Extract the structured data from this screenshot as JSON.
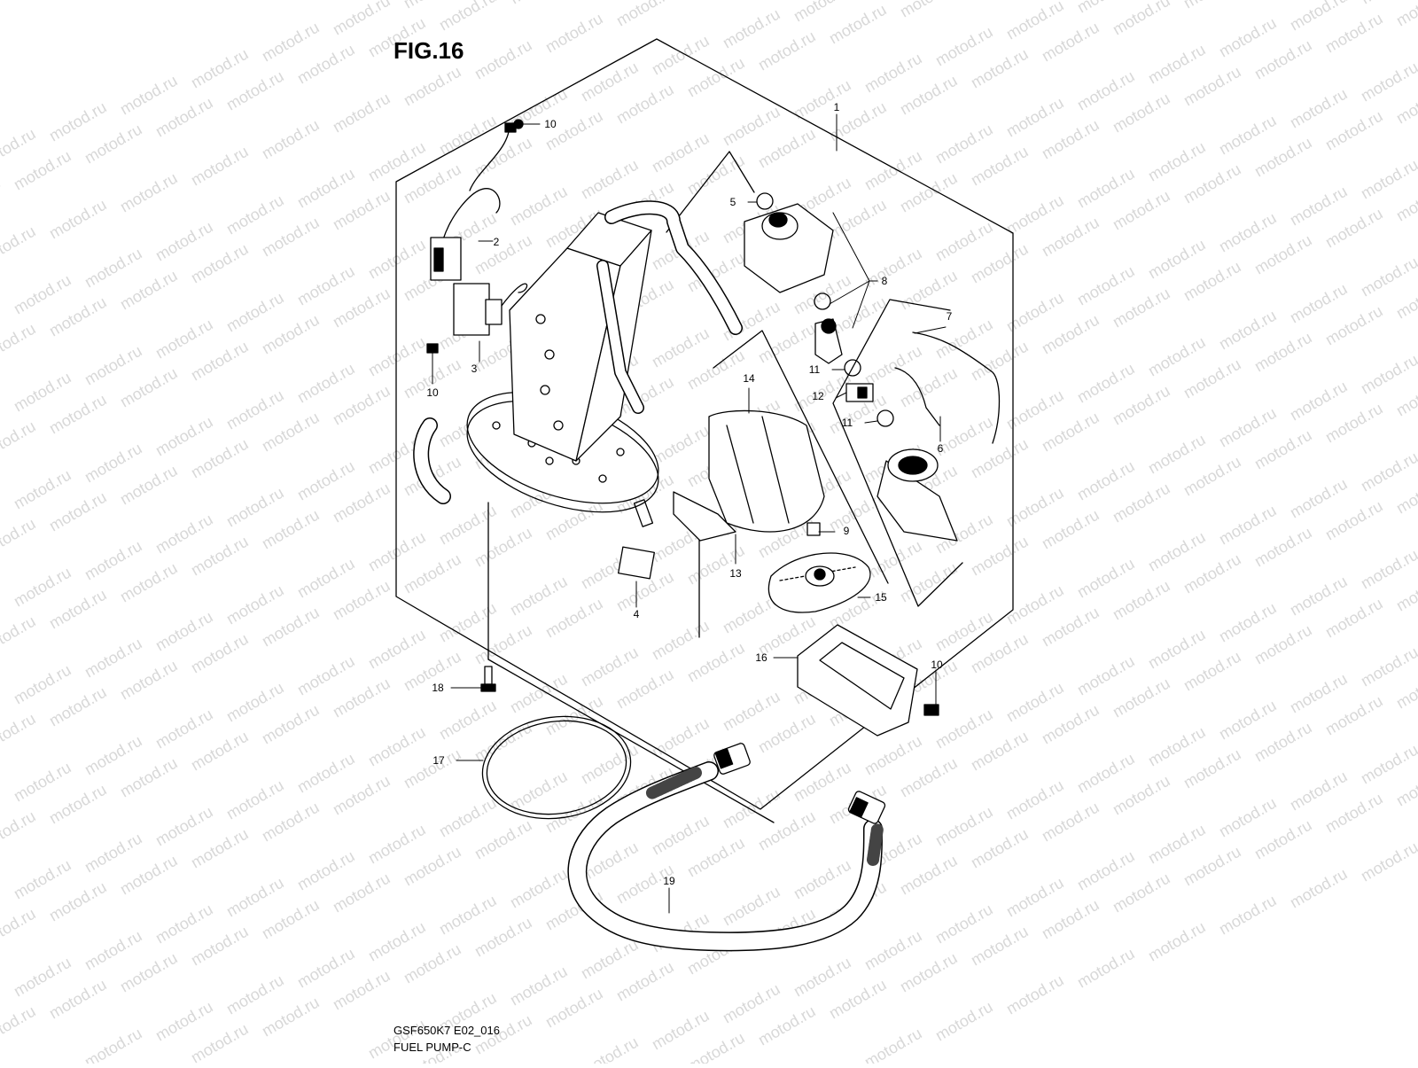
{
  "figure": {
    "title": "FIG.16"
  },
  "footer": {
    "model_code": "GSF650K7 E02_016",
    "section_name": "FUEL PUMP-C"
  },
  "watermark": {
    "text": "motod.ru",
    "color": "#d8d8d8"
  },
  "callouts": [
    {
      "id": "c1",
      "label": "1"
    },
    {
      "id": "c2",
      "label": "2"
    },
    {
      "id": "c3",
      "label": "3"
    },
    {
      "id": "c4",
      "label": "4"
    },
    {
      "id": "c5",
      "label": "5"
    },
    {
      "id": "c6",
      "label": "6"
    },
    {
      "id": "c7",
      "label": "7"
    },
    {
      "id": "c8",
      "label": "8"
    },
    {
      "id": "c9",
      "label": "9"
    },
    {
      "id": "c10a",
      "label": "10"
    },
    {
      "id": "c10b",
      "label": "10"
    },
    {
      "id": "c10c",
      "label": "10"
    },
    {
      "id": "c11a",
      "label": "11"
    },
    {
      "id": "c11b",
      "label": "11"
    },
    {
      "id": "c12",
      "label": "12"
    },
    {
      "id": "c13",
      "label": "13"
    },
    {
      "id": "c14",
      "label": "14"
    },
    {
      "id": "c15",
      "label": "15"
    },
    {
      "id": "c16",
      "label": "16"
    },
    {
      "id": "c17",
      "label": "17"
    },
    {
      "id": "c18",
      "label": "18"
    },
    {
      "id": "c19",
      "label": "19"
    }
  ]
}
